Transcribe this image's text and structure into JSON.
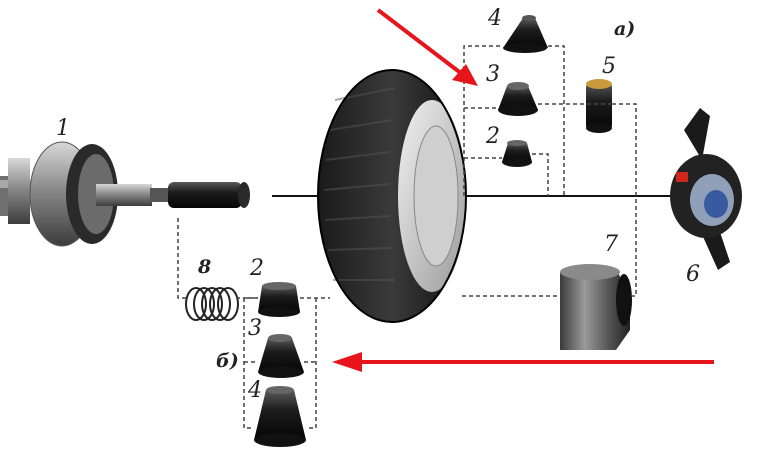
{
  "labels": {
    "shaft": "1",
    "cone2_top": "2",
    "cone3_top": "3",
    "cone4_top": "4",
    "ring": "5",
    "wing_nut": "6",
    "cup": "7",
    "spring": "8",
    "cone2_bottom": "2",
    "cone3_bottom": "3",
    "cone4_bottom": "4",
    "variant_a": "а)",
    "variant_b": "б)"
  },
  "colors": {
    "arrow": "#e8141c",
    "line": "#111111",
    "dash": "#444444"
  }
}
